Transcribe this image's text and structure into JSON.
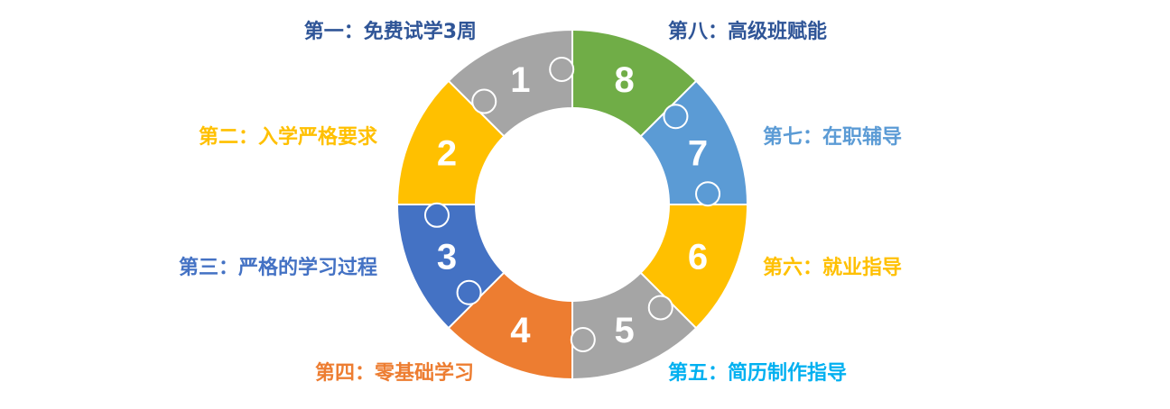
{
  "steps": [
    {
      "num": "1",
      "label": "第一：免费试学3周",
      "fill": "#A5A5A5",
      "text_color": "#2F5597"
    },
    {
      "num": "2",
      "label": "第二：入学严格要求",
      "fill": "#FFC000",
      "text_color": "#FFC000"
    },
    {
      "num": "3",
      "label": "第三：严格的学习过程",
      "fill": "#4472C4",
      "text_color": "#4472C4"
    },
    {
      "num": "4",
      "label": "第四：零基础学习",
      "fill": "#ED7D31",
      "text_color": "#ED7D31"
    },
    {
      "num": "5",
      "label": "第五：简历制作指导",
      "fill": "#A5A5A5",
      "text_color": "#00B0F0"
    },
    {
      "num": "6",
      "label": "第六：就业指导",
      "fill": "#FFC000",
      "text_color": "#FFC000"
    },
    {
      "num": "7",
      "label": "第七：在职辅导",
      "fill": "#5B9BD5",
      "text_color": "#5B9BD5"
    },
    {
      "num": "8",
      "label": "第八：高级班赋能",
      "fill": "#70AD47",
      "text_color": "#2F5597"
    }
  ]
}
